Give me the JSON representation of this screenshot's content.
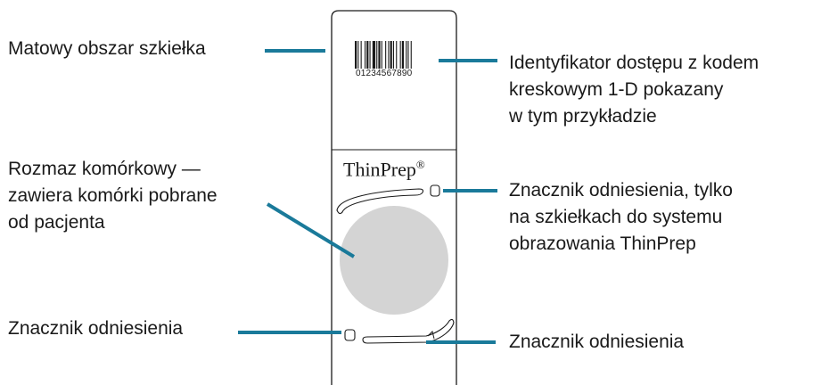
{
  "labels": {
    "frosted_area": [
      "Matowy obszar szkiełka"
    ],
    "accession_id": [
      "Identyfikator dostępu z kodem",
      "kreskowym 1-D pokazany",
      "w tym przykładzie"
    ],
    "cell_spot": [
      "Rozmaz komórkowy —",
      "zawiera komórki pobrane",
      "od pacjenta"
    ],
    "fiducial_imager": [
      "Znacznik odniesienia, tylko",
      "na szkiełkach do systemu",
      "obrazowania ThinPrep"
    ],
    "fiducial_left": [
      "Znacznik odniesienia"
    ],
    "fiducial_right": [
      "Znacznik odniesienia"
    ]
  },
  "slide": {
    "barcode_number": "01234567890",
    "brand": "ThinPrep",
    "brand_mark": "®"
  },
  "colors": {
    "leader": "#1a7a9a",
    "cell_spot": "#d4d4d4",
    "outline": "#1a1a1a"
  }
}
